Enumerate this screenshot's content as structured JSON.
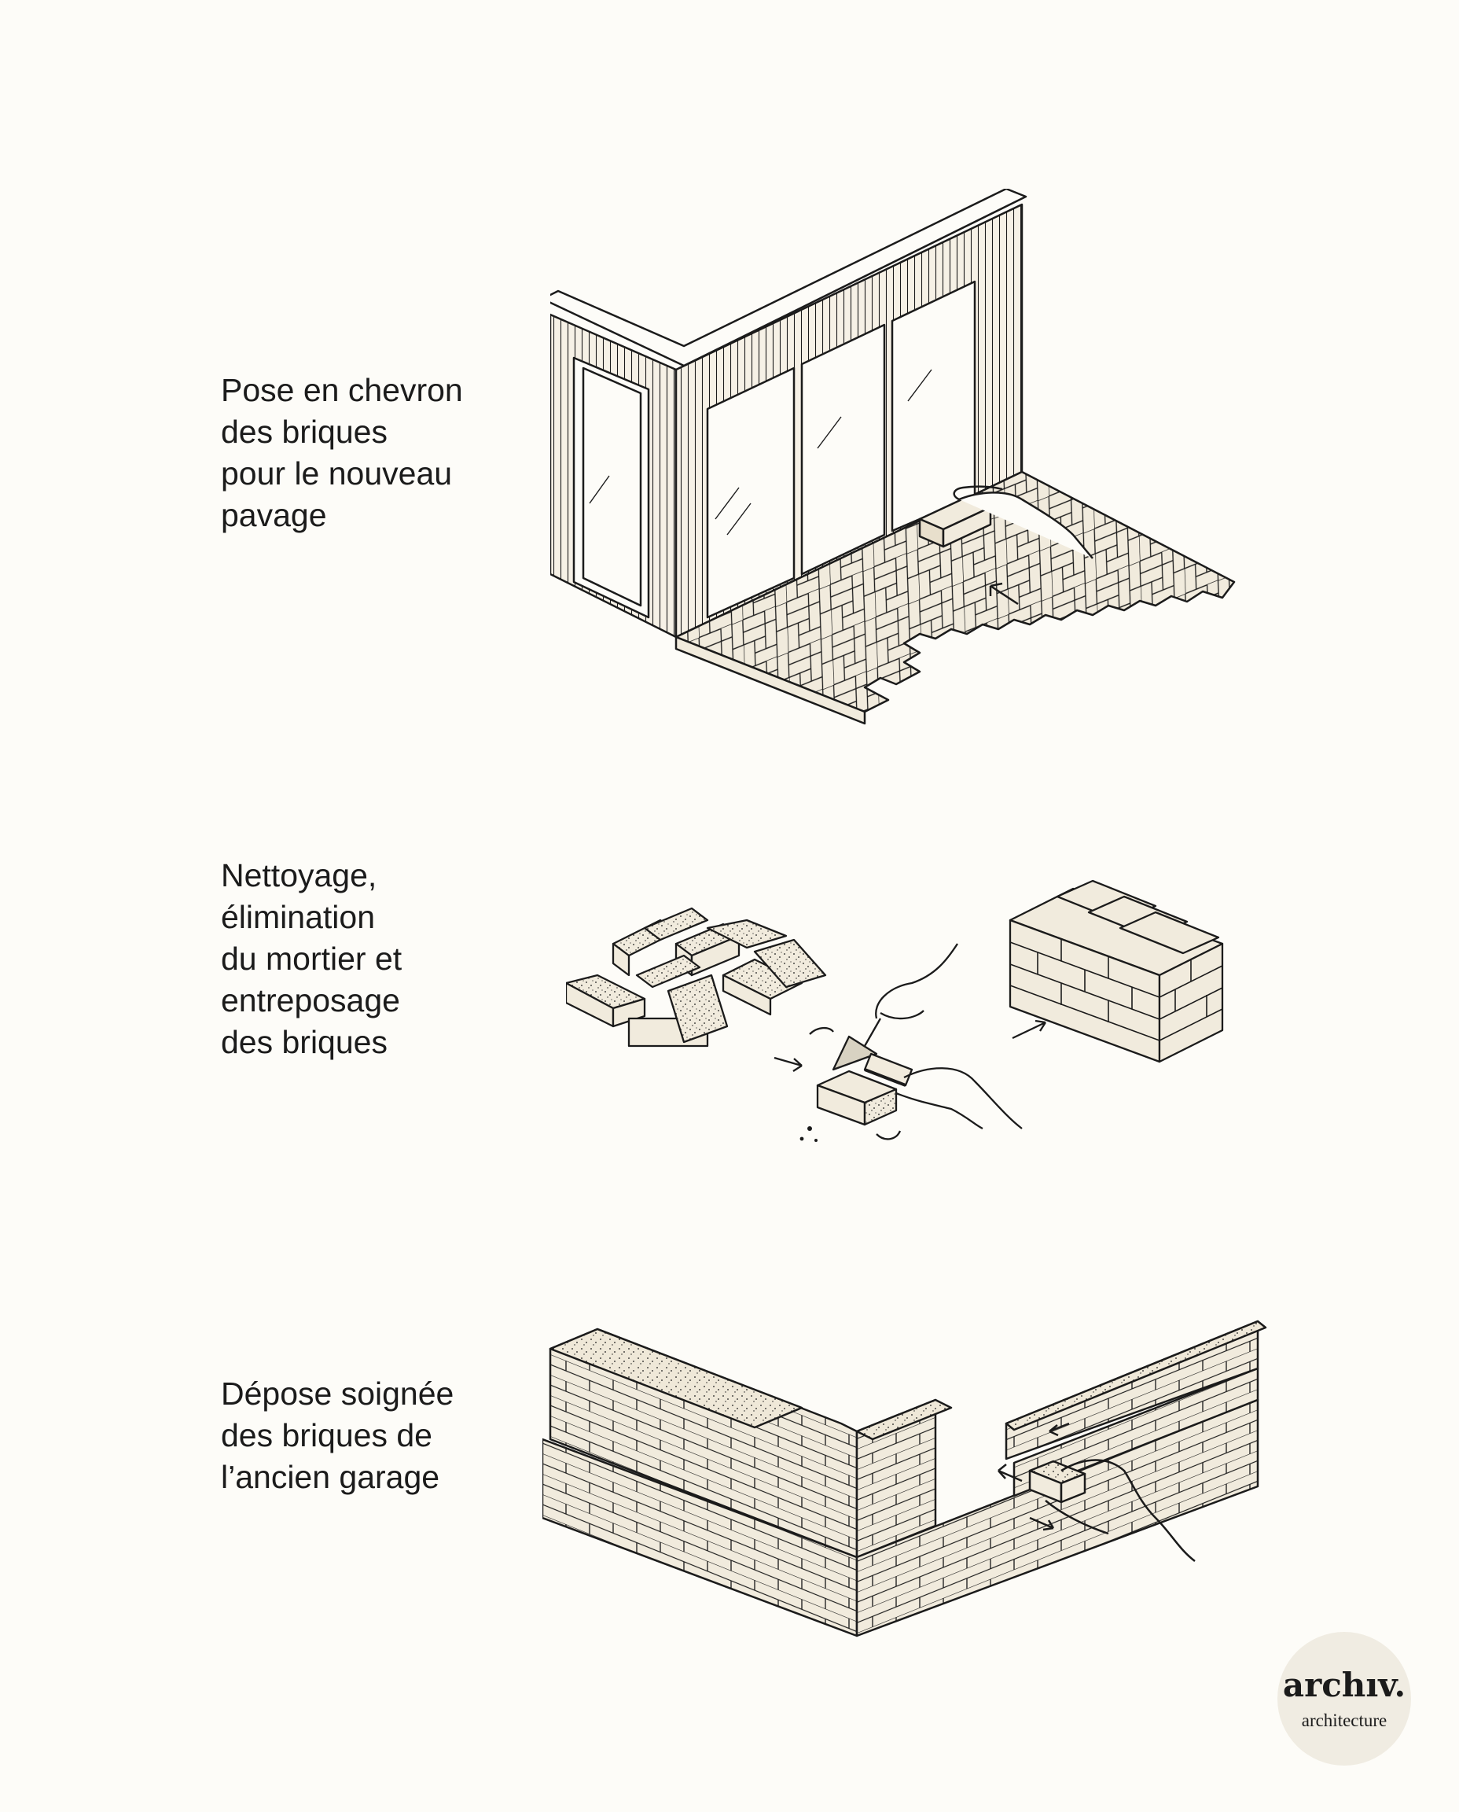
{
  "steps": [
    {
      "caption_lines": [
        "Pose en chevron",
        "des briques",
        "pour le nouveau",
        "pavage"
      ]
    },
    {
      "caption_lines": [
        "Nettoyage,",
        "élimination",
        "du mortier et",
        "entreposage",
        "des briques"
      ]
    },
    {
      "caption_lines": [
        "Dépose soignée",
        "des briques de",
        "l’ancien garage"
      ]
    }
  ],
  "logo": {
    "mark": "archıv.",
    "subtitle": "architecture"
  },
  "colors": {
    "ink": "#1b1b1b",
    "brick_fill": "#f1ebdd",
    "background": "#fdfcf8",
    "logo_badge": "#f0ece2"
  }
}
